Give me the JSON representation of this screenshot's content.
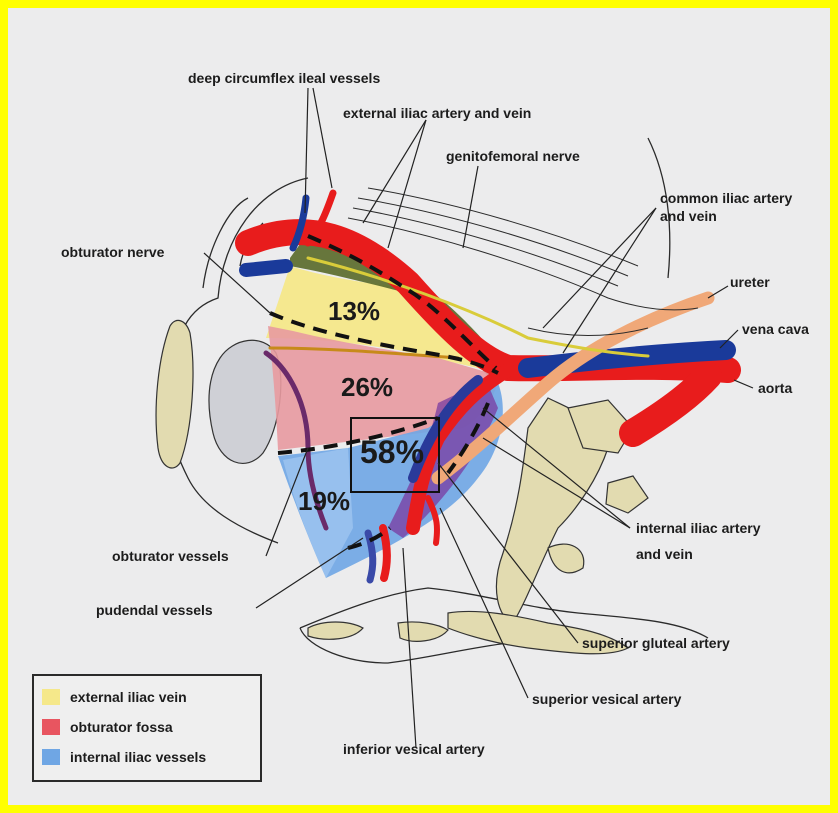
{
  "labels": {
    "deep_circumflex": "deep circumflex ileal vessels",
    "external_iliac": "external iliac artery and vein",
    "genitofemoral": "genitofemoral nerve",
    "common_iliac_1": "common iliac artery",
    "common_iliac_2": "and vein",
    "obturator_nerve": "obturator nerve",
    "ureter": "ureter",
    "vena_cava": "vena cava",
    "aorta": "aorta",
    "internal_iliac_1": "internal iliac artery",
    "internal_iliac_2": "and vein",
    "obturator_vessels": "obturator vessels",
    "pudendal": "pudendal  vessels",
    "superior_gluteal": "superior gluteal artery",
    "superior_vesical": "superior vesical artery",
    "inferior_vesical": "inferior vesical artery"
  },
  "percentages": {
    "external_iliac_vein": "13%",
    "obturator_fossa": "26%",
    "internal_iliac_vessels": "58%",
    "lower_region": "19%"
  },
  "legend": [
    {
      "label": "external iliac vein",
      "color": "#f5e88a"
    },
    {
      "label": "obturator fossa",
      "color": "#e85560"
    },
    {
      "label": "internal iliac vessels",
      "color": "#6fa6e4"
    }
  ],
  "colors": {
    "frame": "#ffff00",
    "artery": "#e81c1c",
    "vein": "#1a3a9a",
    "ureter": "#f0a878",
    "bone": "#e2dbb0",
    "nerve_band": "#5b6b2c"
  }
}
